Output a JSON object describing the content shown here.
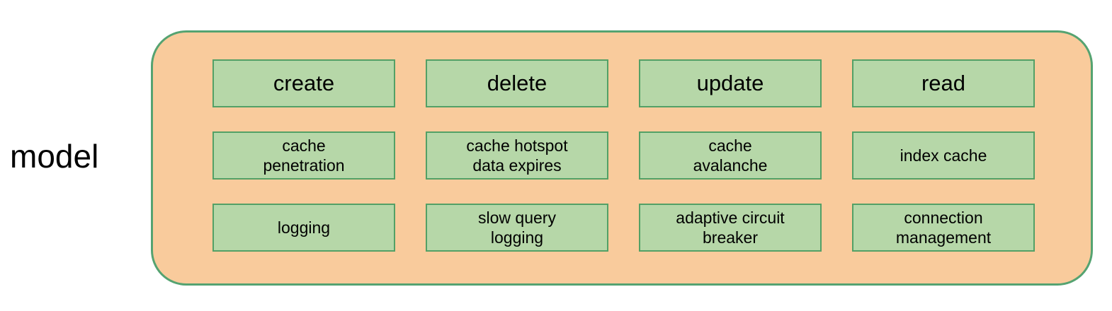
{
  "label": {
    "text": "model"
  },
  "colors": {
    "container_fill": "#f9cb9c",
    "container_border": "#55a371",
    "box_fill": "#b6d7a8",
    "box_border": "#53a066",
    "text": "#000000",
    "background": "#ffffff"
  },
  "grid": {
    "rows": [
      {
        "cells": [
          {
            "lines": [
              "create"
            ]
          },
          {
            "lines": [
              "delete"
            ]
          },
          {
            "lines": [
              "update"
            ]
          },
          {
            "lines": [
              "read"
            ]
          }
        ]
      },
      {
        "cells": [
          {
            "lines": [
              "cache",
              "penetration"
            ]
          },
          {
            "lines": [
              "cache hotspot",
              "data expires"
            ]
          },
          {
            "lines": [
              "cache",
              "avalanche"
            ]
          },
          {
            "lines": [
              "index cache"
            ]
          }
        ]
      },
      {
        "cells": [
          {
            "lines": [
              "logging"
            ]
          },
          {
            "lines": [
              "slow query",
              "logging"
            ]
          },
          {
            "lines": [
              "adaptive circuit",
              "breaker"
            ]
          },
          {
            "lines": [
              "connection",
              "management"
            ]
          }
        ]
      }
    ]
  }
}
